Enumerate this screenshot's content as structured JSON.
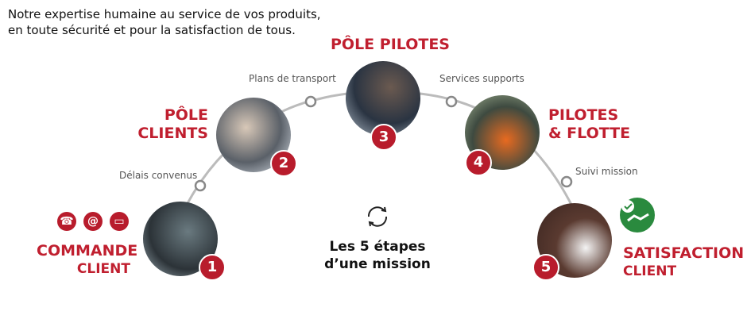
{
  "intro": [
    "Notre expertise humaine au service de vos produits,",
    "en toute sécurité et pour la satisfaction de tous."
  ],
  "steps": [
    {
      "num": "1",
      "title": [
        "COMMANDE",
        "CLIENT"
      ]
    },
    {
      "num": "2",
      "title": [
        "PÔLE",
        "CLIENTS"
      ]
    },
    {
      "num": "3",
      "title": [
        "PÔLE PILOTES"
      ]
    },
    {
      "num": "4",
      "title": [
        "PILOTES",
        "& FLOTTE"
      ]
    },
    {
      "num": "5",
      "title": [
        "SATISFACTION",
        "CLIENT"
      ]
    }
  ],
  "connectors": [
    "Délais convenus",
    "Plans de transport",
    "Services supports",
    "Suivi mission"
  ],
  "center": [
    "Les 5 étapes",
    "d’une mission"
  ],
  "icons": {
    "phone": "☎",
    "email": "@",
    "web": "▭"
  },
  "colors": {
    "accent": "#c01f2f",
    "green": "#2a8a3e"
  }
}
